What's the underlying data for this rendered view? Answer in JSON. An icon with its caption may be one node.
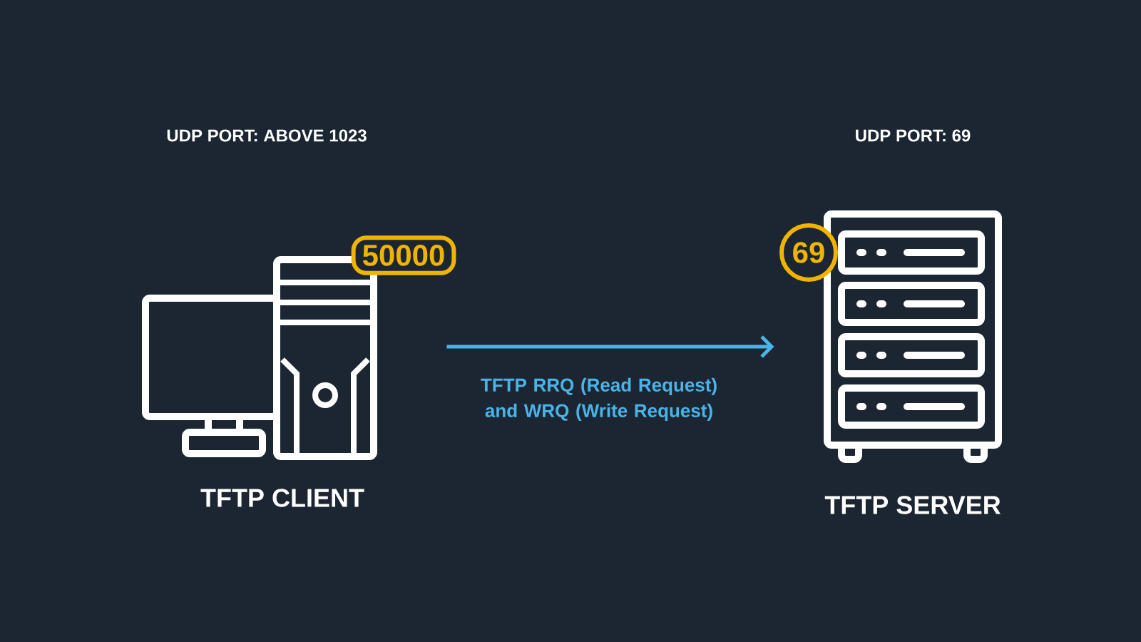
{
  "diagram": {
    "nodes": [
      {
        "text": [
          "TFTP CLIENT"
        ]
      },
      {
        "text": [
          "50000"
        ]
      },
      {
        "text": [
          "TFTP SERVER"
        ]
      },
      {
        "text": [
          "69"
        ]
      }
    ],
    "edges": [
      {
        "from": 0,
        "to": 2,
        "arrow": "to",
        "label": "TFTP RRQ (Read Request) and WRQ (Write Request)"
      }
    ],
    "labels": [
      "UDP PORT: ABOVE 1023",
      "UDP PORT: 69"
    ]
  }
}
